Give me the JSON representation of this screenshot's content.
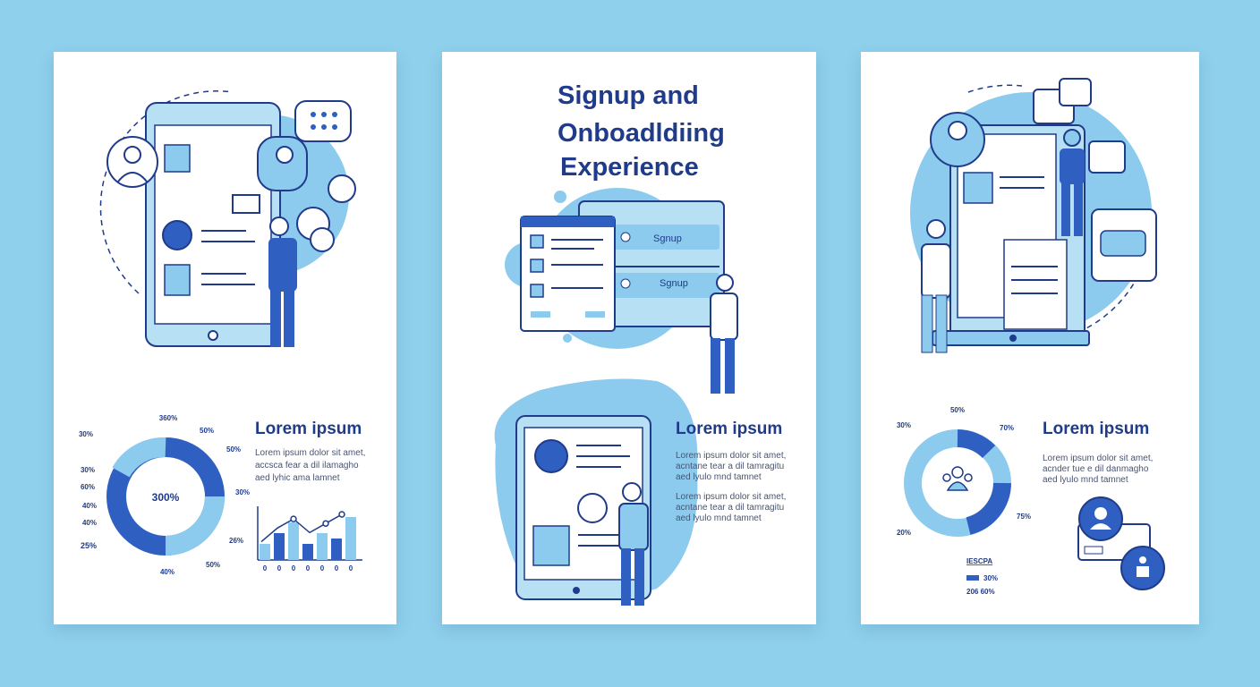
{
  "colors": {
    "background": "#8fd0ec",
    "dark": "#1f3b8a",
    "accent": "#2f5fc0",
    "light": "#8ccbee",
    "pale": "#c7e7f7"
  },
  "left_card": {
    "donut_center": "300%",
    "donut_labels": [
      "360%",
      "30%",
      "30%",
      "60%",
      "40%",
      "40%",
      "25%",
      "50%",
      "50%",
      "30%",
      "26%",
      "50%",
      "40%"
    ],
    "heading": "Lorem ipsum",
    "body": [
      "Lorem ipsum dolor sit amet,",
      "accsca fear a dil ilamagho",
      "aed lyhic ama lamnet"
    ],
    "bar_chart": {
      "values": [
        3,
        5,
        7,
        3,
        5,
        4,
        8
      ],
      "line": [
        4,
        7,
        9,
        6,
        8,
        10
      ],
      "x_ticks": [
        "0",
        "0",
        "0",
        "0",
        "0",
        "0",
        "0"
      ]
    }
  },
  "middle_card": {
    "title": [
      "Signup and",
      "Onboadldiing",
      "Experience"
    ],
    "signup_labels": [
      "Sgnup",
      "Sgnup"
    ],
    "heading": "Lorem ipsum",
    "body1": [
      "Lorem ipsum dolor sit amet,",
      "acntane tear a dil tamragitu",
      "aed lyulo mnd tamnet"
    ],
    "body2": [
      "Lorem ipsum dolor sit amet,",
      "acntane tear a dil tamragitu",
      "aed lyulo mnd tamnet"
    ]
  },
  "right_card": {
    "donut_labels": [
      "50%",
      "30%",
      "70%",
      "75%",
      "20%"
    ],
    "legend_title": "IESCPA",
    "legend": [
      "30%",
      "206  60%"
    ],
    "heading": "Lorem ipsum",
    "body": [
      "Lorem ipsum dolor sit amet,",
      "acnder tue e dil danmagho",
      "aed lyulo mnd tamnet"
    ]
  }
}
